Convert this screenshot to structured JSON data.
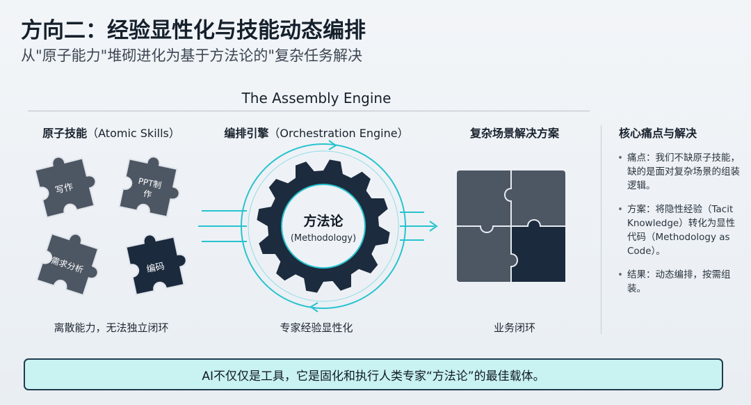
{
  "header": {
    "title": "方向二：经验显性化与技能动态编排",
    "subtitle": "从\"原子能力\"堆砌进化为基于方法论的\"复杂任务解决"
  },
  "engine": {
    "title": "The Assembly Engine"
  },
  "columns": {
    "atomic": {
      "heading_zh": "原子技能",
      "heading_en": "（Atomic Skills）",
      "caption": "离散能力，无法独立闭环"
    },
    "orchestration": {
      "heading_zh": "编排引擎",
      "heading_en": "（Orchestration Engine）",
      "caption": "专家经验显性化"
    },
    "complex": {
      "heading": "复杂场景解决方案",
      "caption": "业务闭环"
    },
    "pain": {
      "heading": "核心痛点与解决"
    }
  },
  "skills": [
    {
      "label": "写作"
    },
    {
      "label_line1": "PPT制",
      "label_line2": "作"
    },
    {
      "label": "需求分析"
    },
    {
      "label": "编码"
    }
  ],
  "gear": {
    "label": "方法论",
    "sublabel": "(Methodology)"
  },
  "pain_points": [
    {
      "bullet": "•",
      "text": "痛点：我们不缺原子技能，缺的是面对复杂场景的组装逻辑。"
    },
    {
      "bullet": "•",
      "text": "方案：将隐性经验（Tacit Knowledge）转化为显性代码（Methodology as Code）。"
    },
    {
      "bullet": "•",
      "text": "结果：动态编排，按需组装。"
    }
  ],
  "banner": {
    "text": "AI不仅仅是工具，它是固化和执行人类专家“方法论”的最佳载体。"
  },
  "colors": {
    "piece_fill": "#4d5663",
    "piece_dark": "#1b2a3d",
    "gear_fill": "#1c2b3e",
    "accent_cyan": "#27c3cf",
    "banner_bg": "#c9f2f2"
  }
}
